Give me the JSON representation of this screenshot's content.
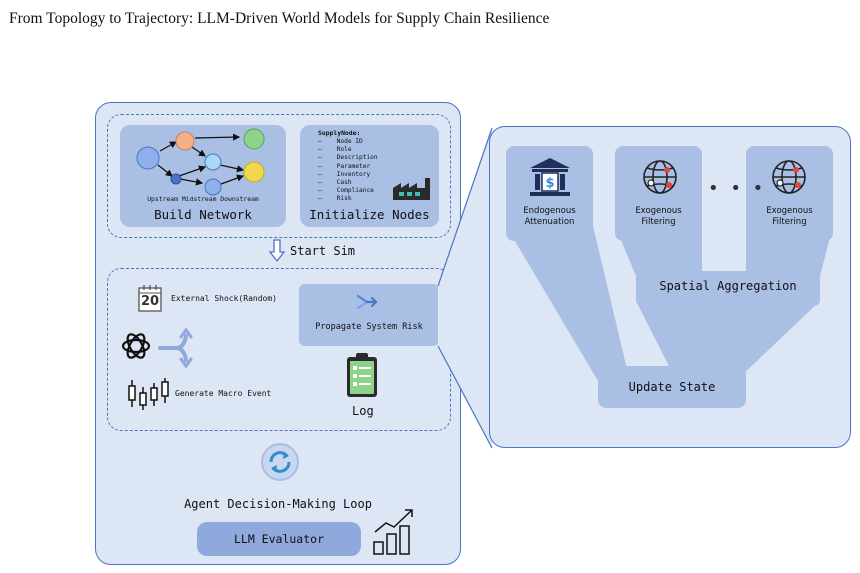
{
  "paper_title": "From Topology to Trajectory: LLM-Driven World Models for Supply Chain Resilience",
  "build_network": {
    "caption": "Upstream Midstream Downstream",
    "title": "Build Network"
  },
  "initialize_nodes": {
    "header": "SupplyNode:",
    "fields": [
      "Node ID",
      "Role",
      "Description",
      "Parameter",
      "Inventory",
      "Cash",
      "Compliance",
      "Risk"
    ],
    "title": "Initialize Nodes"
  },
  "start_sim": "Start Sim",
  "simulation": {
    "calendar_day": "20",
    "external_shock": "External Shock(Random)",
    "generate_macro_event": "Generate Macro Event",
    "propagate_risk": "Propagate System Risk",
    "log": "Log"
  },
  "agent_loop": {
    "title": "Agent Decision-Making Loop",
    "evaluator": "LLM Evaluator"
  },
  "detail": {
    "endogenous": "Endogenous\nAttenuation",
    "exogenous_1": "Exogenous\nFiltering",
    "exogenous_2": "Exogenous\nFiltering",
    "spatial_aggregation": "Spatial Aggregation",
    "update_state": "Update State"
  },
  "colors": {
    "panel_bg": "#dde6f5",
    "border": "#4a74c4",
    "box": "#a9bfe4",
    "node_blue": "#8fb0ec",
    "node_orange": "#f5b08a",
    "node_green": "#8ed38a",
    "node_yellow": "#f2d64e",
    "node_cyan": "#a9d8f5"
  },
  "icons": {
    "calendar": "calendar-icon",
    "openai": "openai-logo-icon",
    "merge": "merge-arrows-icon",
    "candles": "candlestick-icon",
    "spark": "spark-arrows-icon",
    "clipboard": "clipboard-log-icon",
    "refresh": "refresh-icon",
    "growth": "bar-growth-icon",
    "bank": "bank-icon",
    "globe": "globe-network-icon",
    "factory": "factory-icon",
    "down_arrow": "down-arrow-icon"
  }
}
